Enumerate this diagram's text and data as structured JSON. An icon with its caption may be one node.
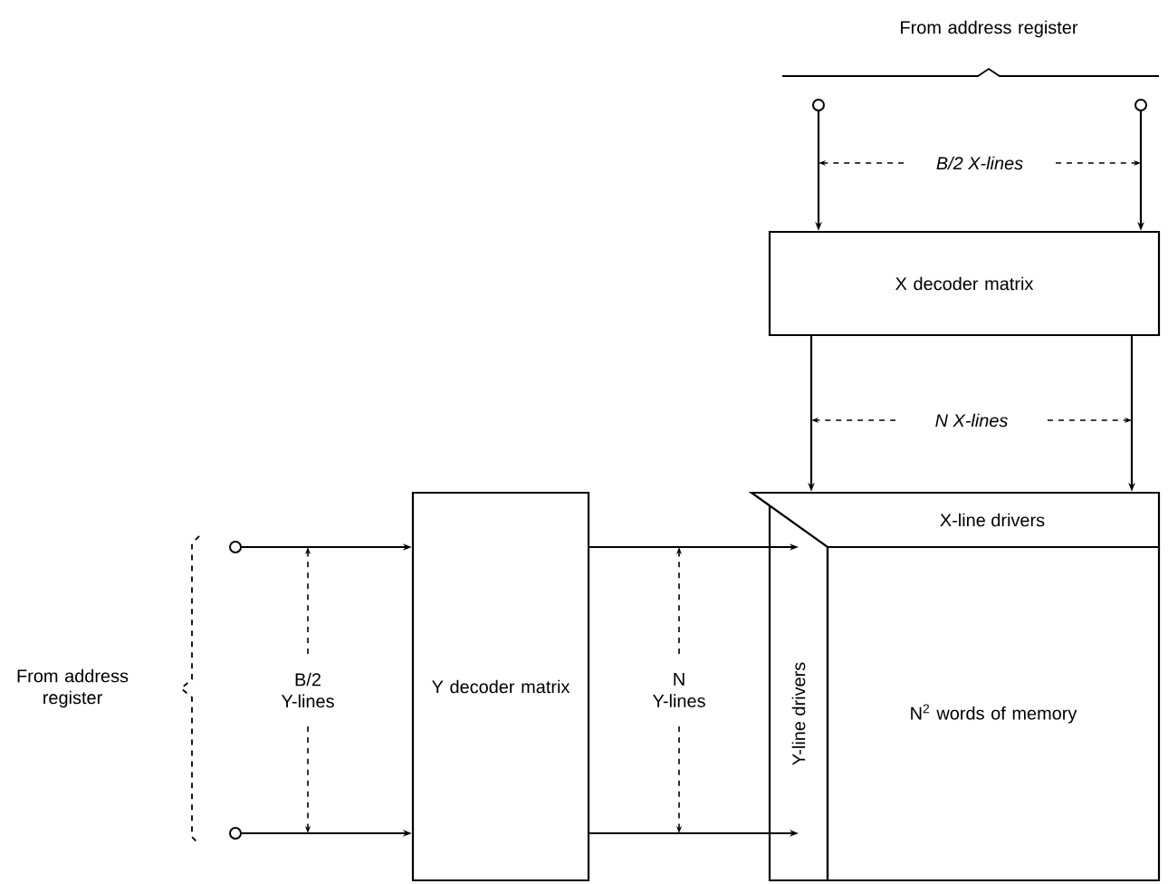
{
  "diagram": {
    "nodes": [
      {
        "text": [
          "From address register"
        ]
      },
      {
        "text": [],
        "shape": "circle"
      },
      {
        "text": [],
        "shape": "circle"
      },
      {
        "text": [
          "X decoder matrix"
        ]
      },
      {
        "text": [
          "X-line drivers"
        ]
      },
      {
        "text": [
          "Y-line drivers"
        ]
      },
      {
        "text": [
          "N$^{2}$ words of memory"
        ]
      },
      {
        "text": [
          "From address register"
        ]
      },
      {
        "text": [],
        "shape": "circle"
      },
      {
        "text": [],
        "shape": "circle"
      },
      {
        "text": [
          "Y decoder matrix"
        ]
      }
    ],
    "edges": [
      {
        "from": 1,
        "to": 3,
        "arrow": "to"
      },
      {
        "from": 2,
        "to": 3,
        "arrow": "to"
      },
      {
        "from": 3,
        "to": 4,
        "arrow": "to"
      },
      {
        "from": 3,
        "to": 4,
        "arrow": "to"
      },
      {
        "from": 8,
        "to": 10,
        "arrow": "to"
      },
      {
        "from": 9,
        "to": 10,
        "arrow": "to"
      },
      {
        "from": 10,
        "to": 5,
        "arrow": "to"
      },
      {
        "from": 10,
        "to": 5,
        "arrow": "to"
      }
    ],
    "labels": [
      "B/2 X-lines",
      "N X-lines",
      "B/2 Y-lines",
      "N Y-lines"
    ]
  }
}
